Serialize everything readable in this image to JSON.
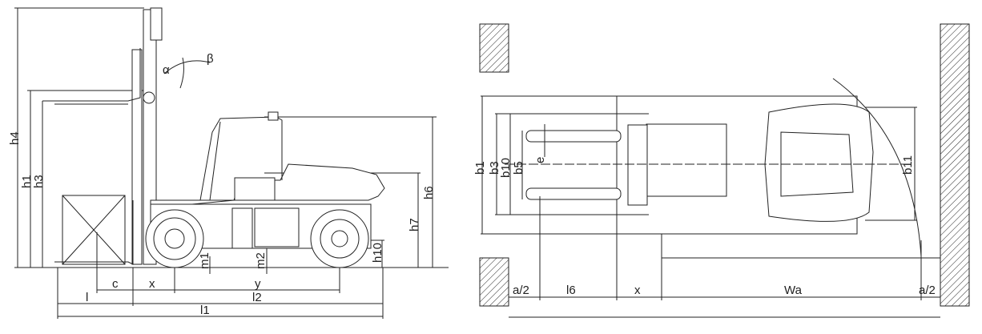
{
  "side_view": {
    "labels": {
      "h4": "h4",
      "h1": "h1",
      "h3": "h3",
      "h6": "h6",
      "h7": "h7",
      "h10": "h10",
      "m1": "m1",
      "m2": "m2",
      "c": "c",
      "x": "x",
      "y": "y",
      "l": "l",
      "l2": "l2",
      "l1": "l1",
      "alpha": "α",
      "beta": "β"
    }
  },
  "top_view": {
    "labels": {
      "b1": "b1",
      "b3": "b3",
      "b10": "b10",
      "b5": "b5",
      "e": "e",
      "b11": "b11",
      "a2_left": "a/2",
      "l6": "l6",
      "x": "x",
      "Wa": "Wa",
      "a2_right": "a/2"
    }
  }
}
